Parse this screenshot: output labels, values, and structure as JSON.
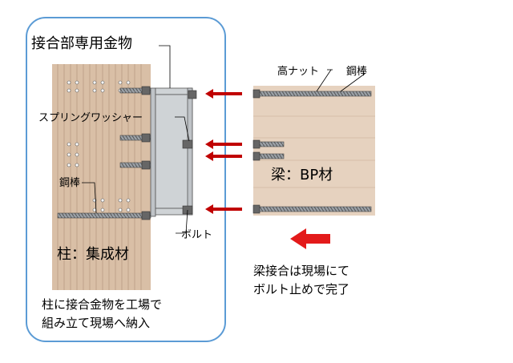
{
  "labels": {
    "hardware_title": "接合部専用金物",
    "high_nut": "高ナット",
    "steel_rod_right": "鋼棒",
    "spring_washer": "スプリングワッシャー",
    "steel_rod_left": "鋼棒",
    "beam": "梁：BP材",
    "bolt": "ボルト",
    "column": "柱：集成材",
    "column_note_line1": "柱に接合金物を工場で",
    "column_note_line2": "組み立て現場へ納入",
    "beam_note_line1": "梁接合は現場にて",
    "beam_note_line2": "ボルト止めで完了"
  },
  "colors": {
    "frame_border": "#5b9bd5",
    "wood_column": "#d9bfa6",
    "wood_grain": "#b99c82",
    "wood_beam": "#e6d2bf",
    "metal": "#cfd3d6",
    "arrow_red": "#c00000",
    "big_arrow": "#e31a1a"
  }
}
